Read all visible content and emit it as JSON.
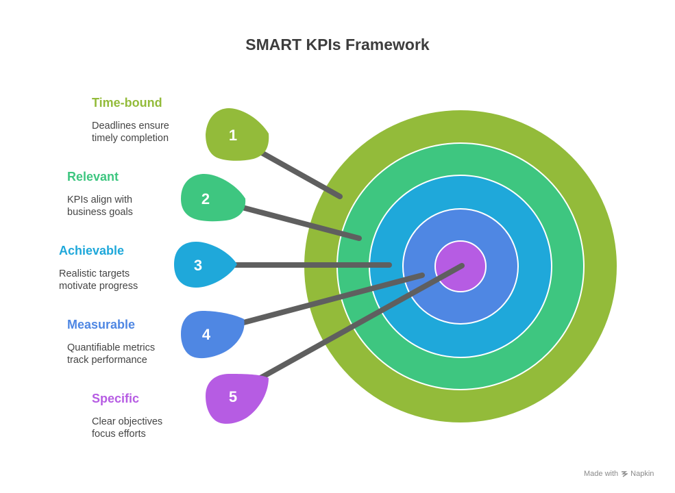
{
  "title": "SMART KPIs Framework",
  "colors": {
    "time_bound": "#93bb3a",
    "relevant": "#3ec680",
    "achievable": "#1fa8da",
    "measurable": "#4f87e3",
    "specific": "#b65ce3",
    "arrow": "#5f5f5f"
  },
  "items": [
    {
      "number": "1",
      "label": "Time-bound",
      "desc_line1": "Deadlines ensure",
      "desc_line2": "timely completion"
    },
    {
      "number": "2",
      "label": "Relevant",
      "desc_line1": "KPIs align with",
      "desc_line2": "business goals"
    },
    {
      "number": "3",
      "label": "Achievable",
      "desc_line1": "Realistic targets",
      "desc_line2": "motivate progress"
    },
    {
      "number": "4",
      "label": "Measurable",
      "desc_line1": "Quantifiable metrics",
      "desc_line2": "track performance"
    },
    {
      "number": "5",
      "label": "Specific",
      "desc_line1": "Clear objectives",
      "desc_line2": "focus efforts"
    }
  ],
  "footer": {
    "made_with": "Made with",
    "brand": "Napkin"
  }
}
